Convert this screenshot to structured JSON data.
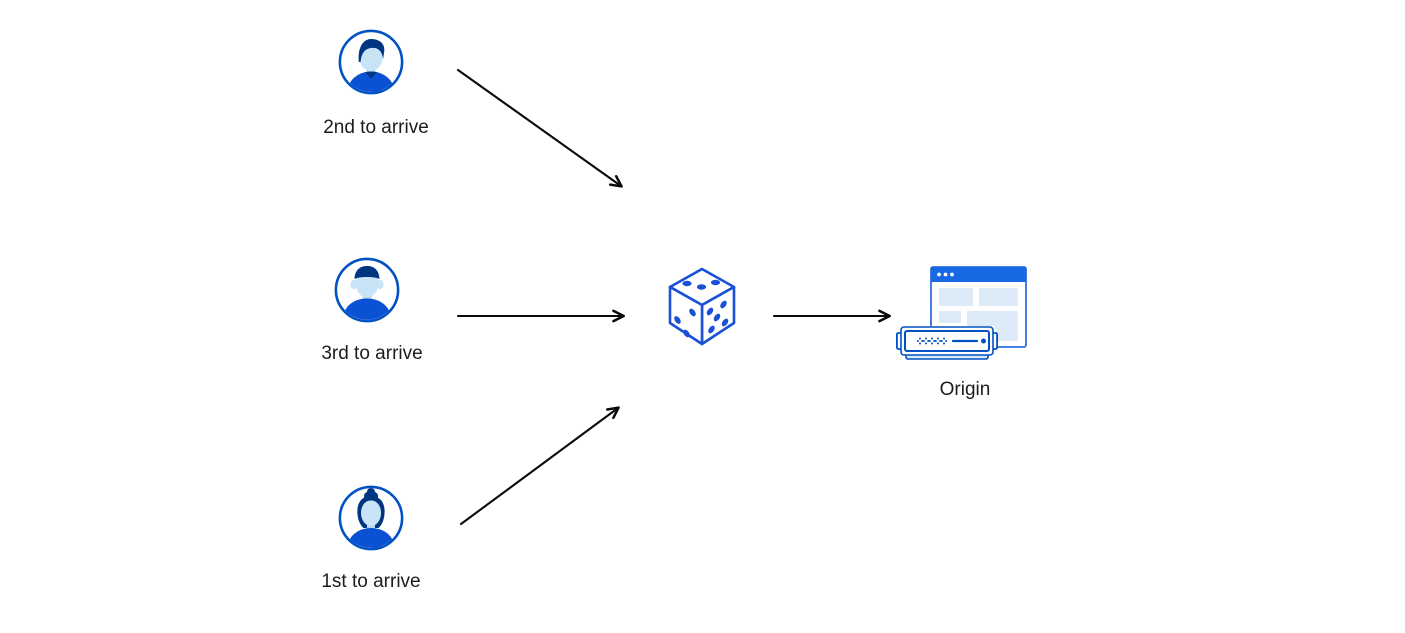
{
  "diagram": {
    "actors": [
      {
        "label": "2nd to arrive",
        "icon": "avatar-man-quiff"
      },
      {
        "label": "3rd to arrive",
        "icon": "avatar-man-flattop"
      },
      {
        "label": "1st to arrive",
        "icon": "avatar-woman-bun"
      }
    ],
    "hub": {
      "icon": "dice-icon"
    },
    "destination": {
      "label": "Origin",
      "icon": "origin-server-icon"
    },
    "edges": [
      {
        "from": "2nd to arrive",
        "to": "dice"
      },
      {
        "from": "3rd to arrive",
        "to": "dice"
      },
      {
        "from": "1st to arrive",
        "to": "dice"
      },
      {
        "from": "dice",
        "to": "Origin"
      }
    ],
    "colors": {
      "primary_blue": "#0051c3",
      "shirt_blue": "#0b51d3",
      "dark_navy": "#003681",
      "skin_light_blue": "#c9e4f6",
      "panel_blue": "#ddeaf7",
      "header_blue": "#1668e3",
      "dice_blue": "#1a50d6",
      "arrow_black": "#0a0a0a",
      "text": "#1b1c1f",
      "background": "#ffffff"
    }
  }
}
